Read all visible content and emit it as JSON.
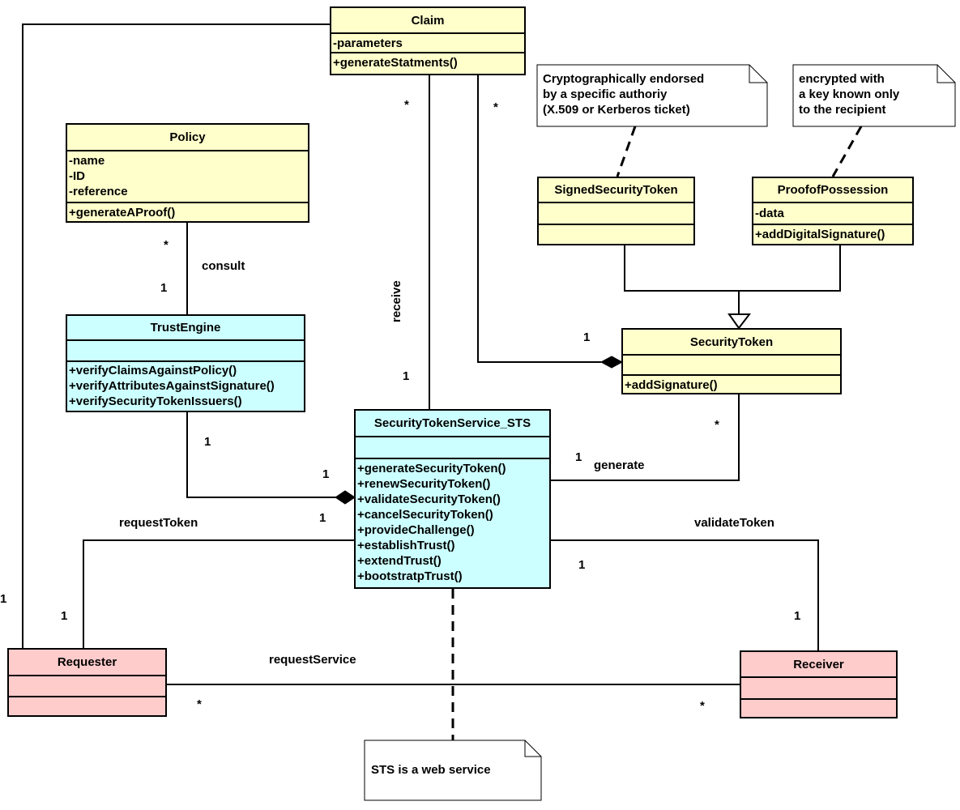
{
  "classes": {
    "claim": {
      "name": "Claim",
      "attributes": [
        "-parameters"
      ],
      "operations": [
        "+generateStatments()"
      ]
    },
    "policy": {
      "name": "Policy",
      "attributes": [
        "-name",
        "-ID",
        "-reference"
      ],
      "operations": [
        "+generateAProof()"
      ]
    },
    "trust_engine": {
      "name": "TrustEngine",
      "attributes": [],
      "operations": [
        "+verifyClaimsAgainstPolicy()",
        "+verifyAttributesAgainstSignature()",
        "+verifySecurityTokenIssuers()"
      ]
    },
    "signed_security_token": {
      "name": "SignedSecurityToken",
      "attributes": [],
      "operations": []
    },
    "proof_of_possession": {
      "name": "ProofofPossession",
      "attributes": [
        "-data"
      ],
      "operations": [
        "+addDigitalSignature()"
      ]
    },
    "security_token": {
      "name": "SecurityToken",
      "attributes": [],
      "operations": [
        "+addSignature()"
      ]
    },
    "sts": {
      "name": "SecurityTokenService_STS",
      "attributes": [],
      "operations": [
        "+generateSecurityToken()",
        "+renewSecurityToken()",
        "+validateSecurityToken()",
        "+cancelSecurityToken()",
        "+provideChallenge()",
        "+establishTrust()",
        "+extendTrust()",
        "+bootstratpTrust()"
      ]
    },
    "requester": {
      "name": "Requester",
      "attributes": [],
      "operations": []
    },
    "receiver": {
      "name": "Receiver",
      "attributes": [],
      "operations": []
    }
  },
  "notes": {
    "signed_token_note": [
      "Cryptographically endorsed",
      "by a specific authoriy",
      "(X.509 or Kerberos ticket)"
    ],
    "pop_note": [
      "encrypted with",
      "a key known only",
      "to the recipient"
    ],
    "sts_note": [
      "STS is a web service"
    ]
  },
  "association_labels": {
    "consult": "consult",
    "receive": "receive",
    "generate": "generate",
    "request_token": "requestToken",
    "validate_token": "validateToken",
    "request_service": "requestService"
  },
  "multiplicities": {
    "claim_receive": "*",
    "claim_token": "*",
    "policy_consult": "*",
    "trust_consult": "1",
    "token_composition": "1",
    "sts_receive": "1",
    "token_generate": "*",
    "trust_composition": "1",
    "sts_composition": "1",
    "sts_generate": "1",
    "sts_request": "1",
    "sts_validate": "1",
    "requester_claim": "1",
    "requester_token": "1",
    "receiver_validate": "1",
    "requester_service": "*",
    "receiver_service": "*"
  },
  "colors": {
    "entity": "#ffffcc",
    "service": "#ccffff",
    "actor": "#ffcccc",
    "line": "#000000"
  }
}
